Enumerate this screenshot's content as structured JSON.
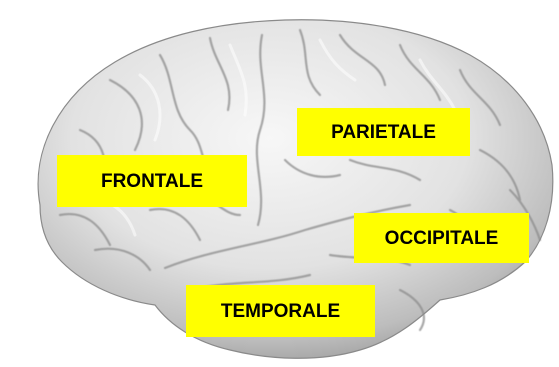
{
  "image": {
    "subject": "brain-lateral-view",
    "background_color": "#ffffff",
    "label_background": "#ffff00",
    "label_text_color": "#000000"
  },
  "labels": {
    "frontale": "FRONTALE",
    "parietale": "PARIETALE",
    "occipitale": "OCCIPITALE",
    "temporale": "TEMPORALE"
  }
}
